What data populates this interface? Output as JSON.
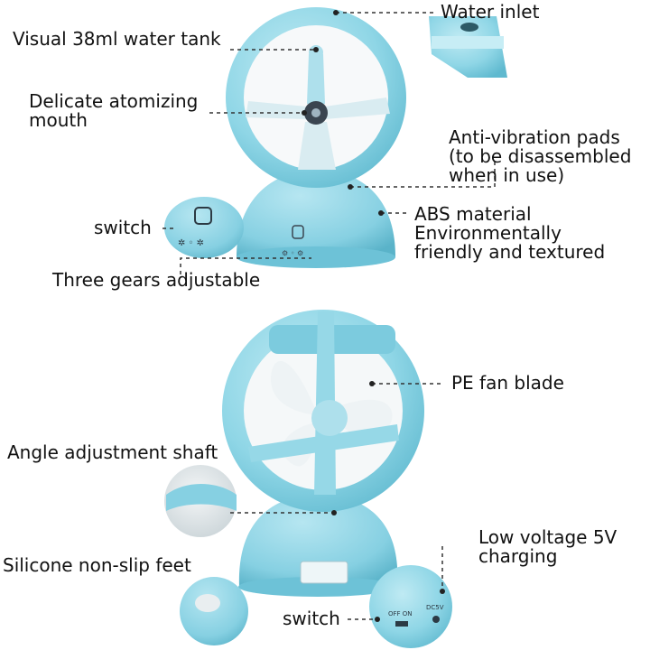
{
  "labels": {
    "water_inlet": "Water inlet",
    "water_tank": "Visual 38ml water tank",
    "atomizing_mouth": "Delicate atomizing mouth",
    "anti_vibration": "Anti-vibration pads (to be disassembled when in use)",
    "switch_top": "switch",
    "abs_material": "ABS material Environmentally friendly and textured",
    "three_gears": "Three gears adjustable",
    "pe_fan_blade": "PE fan blade",
    "angle_shaft": "Angle adjustment shaft",
    "low_voltage": "Low voltage 5V charging",
    "silicone_feet": "Silicone non-slip feet",
    "switch_bottom": "switch"
  },
  "device_text": {
    "off_on": "OFF  ON",
    "dc5v": "DC5V"
  },
  "colors": {
    "fan_body": "#8fd6e6",
    "fan_dark": "#5fb9cf",
    "fan_light": "#c4ecf4",
    "blade": "#eef3f5",
    "leader_line": "#333333"
  }
}
